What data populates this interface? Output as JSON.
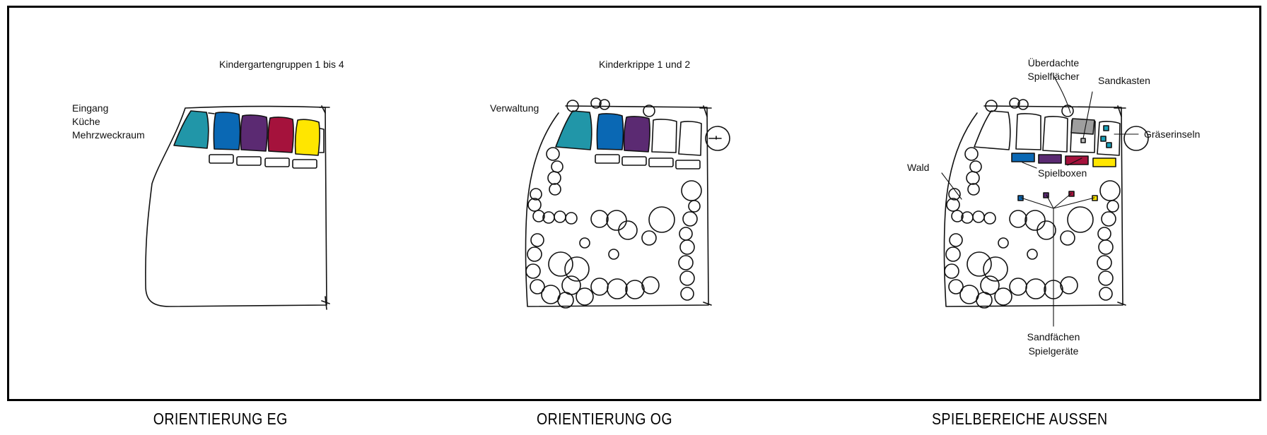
{
  "colors": {
    "teal": "#2196a8",
    "blue": "#0a68b4",
    "purple": "#5b2a72",
    "crimson": "#a5123c",
    "yellow": "#ffe600",
    "gray": "#9e9e9e",
    "cyan": "#1aa0b8"
  },
  "panel_eg": {
    "title": "Kindergartengruppen 1 bis 4",
    "side_label_1": "Eingang",
    "side_label_2": "Küche",
    "side_label_3": "Mehrzweckraum",
    "caption": "ORIENTIERUNG EG"
  },
  "panel_og": {
    "title": "Kinderkrippe 1 und 2",
    "side_label": "Verwaltung",
    "caption": "ORIENTIERUNG OG"
  },
  "panel_aussen": {
    "label_ueberdachte_1": "Überdachte",
    "label_ueberdachte_2": "Spielflächer",
    "label_sandkasten": "Sandkasten",
    "label_graeser": "Gräserinseln",
    "label_wald": "Wald",
    "label_spielboxen": "Spielboxen",
    "label_sandflaechen": "Sandfächen",
    "label_spielgeraete": "Spielgeräte",
    "caption": "SPIELBEREICHE AUSSEN"
  }
}
